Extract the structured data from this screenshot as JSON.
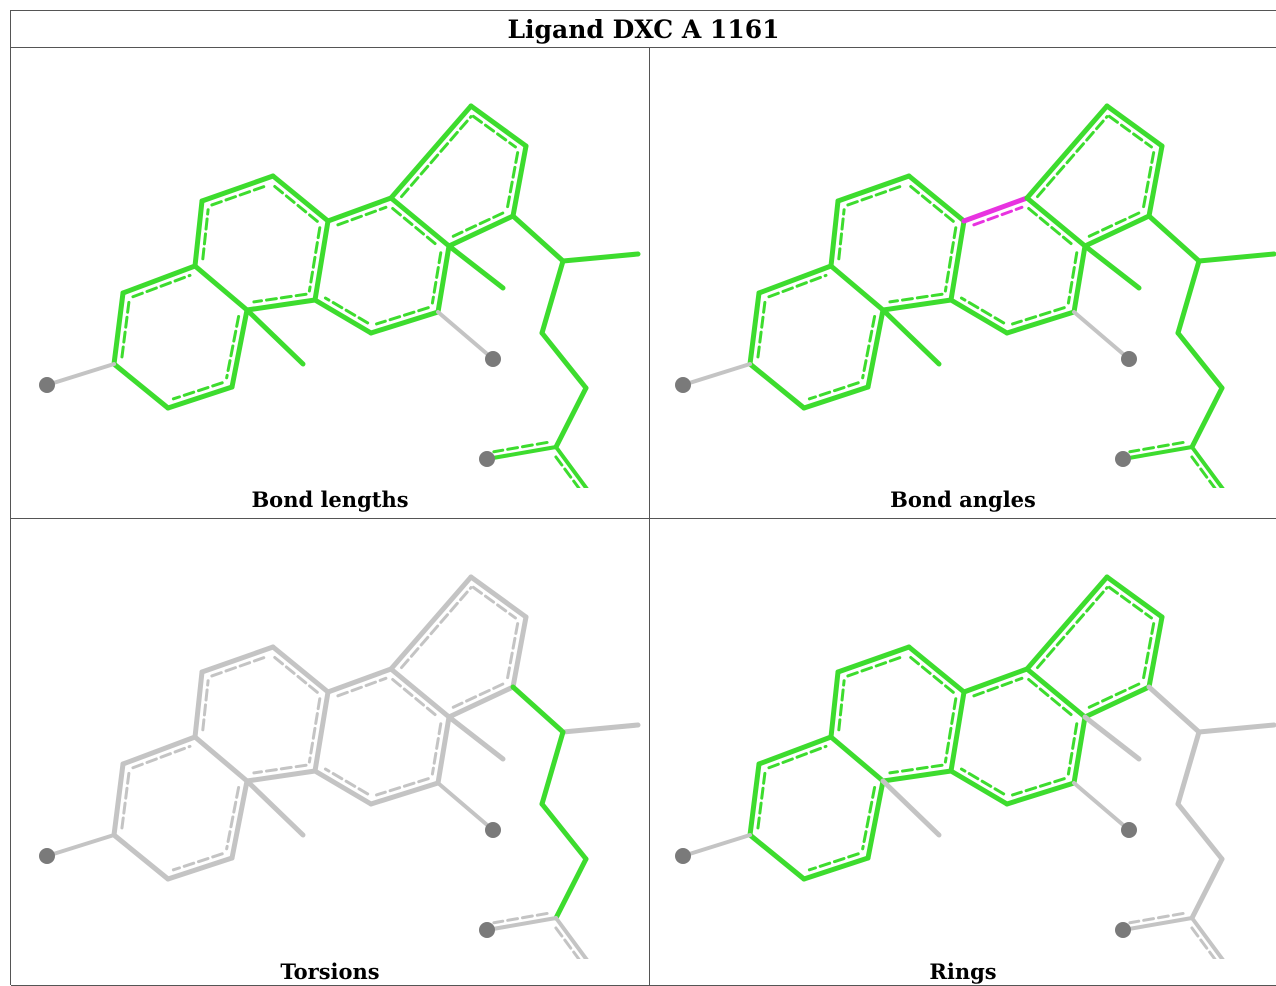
{
  "title": "Ligand DXC A 1161",
  "colors": {
    "highlight": "#3ddc2e",
    "outlier": "#e833e0",
    "neutral": "#c4c4c4",
    "atom": "#7a7a7a"
  },
  "panels": [
    {
      "id": "bond-lengths",
      "label": "Bond lengths"
    },
    {
      "id": "bond-angles",
      "label": "Bond angles"
    },
    {
      "id": "torsions",
      "label": "Torsions"
    },
    {
      "id": "rings",
      "label": "Rings"
    }
  ]
}
